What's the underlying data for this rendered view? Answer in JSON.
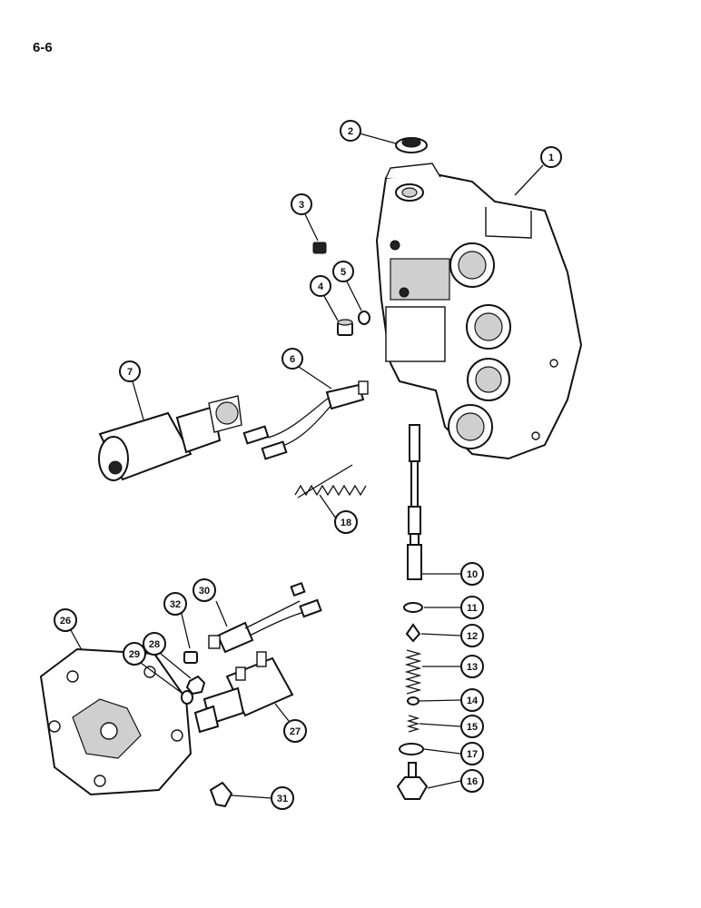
{
  "page_number": "6-6",
  "callouts": [
    "1",
    "2",
    "3",
    "4",
    "5",
    "6",
    "7",
    "10",
    "11",
    "12",
    "13",
    "14",
    "15",
    "16",
    "17",
    "18",
    "26",
    "27",
    "28",
    "29",
    "30",
    "31",
    "32"
  ]
}
